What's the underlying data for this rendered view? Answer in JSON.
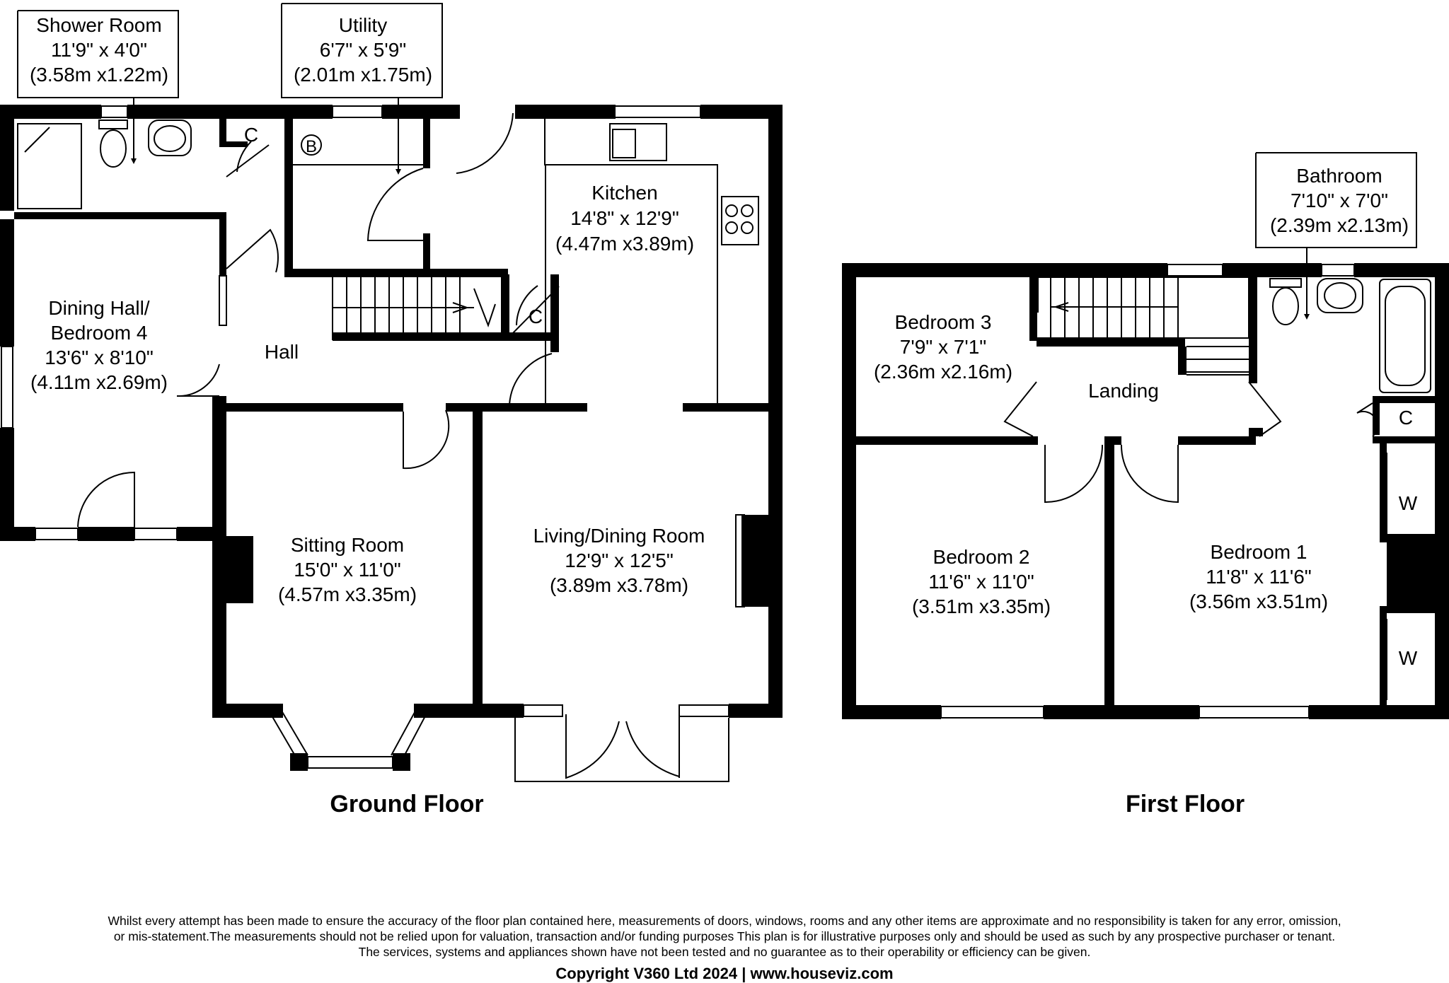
{
  "rooms": {
    "shower_room": {
      "name": "Shower Room",
      "imperial": "11'9\" x 4'0\"",
      "metric": "(3.58m x1.22m)"
    },
    "utility": {
      "name": "Utility",
      "imperial": "6'7\" x 5'9\"",
      "metric": "(2.01m x1.75m)"
    },
    "kitchen": {
      "name": "Kitchen",
      "imperial": "14'8\" x 12'9\"",
      "metric": "(4.47m x3.89m)"
    },
    "dining_hall": {
      "name_line1": "Dining Hall/",
      "name_line2": "Bedroom 4",
      "imperial": "13'6\" x 8'10\"",
      "metric": "(4.11m x2.69m)"
    },
    "hall": {
      "name": "Hall"
    },
    "sitting_room": {
      "name": "Sitting Room",
      "imperial": "15'0\" x 11'0\"",
      "metric": "(4.57m x3.35m)"
    },
    "living_dining": {
      "name": "Living/Dining Room",
      "imperial": "12'9\" x 12'5\"",
      "metric": "(3.89m x3.78m)"
    },
    "bathroom": {
      "name": "Bathroom",
      "imperial": "7'10\" x 7'0\"",
      "metric": "(2.39m x2.13m)"
    },
    "bedroom3": {
      "name": "Bedroom 3",
      "imperial": "7'9\" x 7'1\"",
      "metric": "(2.36m x2.16m)"
    },
    "landing": {
      "name": "Landing"
    },
    "bedroom2": {
      "name": "Bedroom 2",
      "imperial": "11'6\" x 11'0\"",
      "metric": "(3.51m x3.35m)"
    },
    "bedroom1": {
      "name": "Bedroom 1",
      "imperial": "11'8\" x 11'6\"",
      "metric": "(3.56m x3.51m)"
    }
  },
  "markers": {
    "cupboard": "C",
    "boiler": "B",
    "wardrobe": "W"
  },
  "floors": {
    "ground": "Ground Floor",
    "first": "First Floor"
  },
  "disclaimer": {
    "line1": "Whilst every attempt has been made to ensure the accuracy of the floor plan contained here, measurements of doors, windows, rooms and any other items are approximate and no responsibility is taken for any error, omission,",
    "line2": "or mis-statement.The measurements should not be relied upon for valuation, transaction and/or funding purposes This plan is for illustrative purposes only and should be used as such by any prospective purchaser or tenant.",
    "line3": "The services, systems and appliances shown have not been tested and no guarantee as to their operability or efficiency can be given."
  },
  "copyright": "Copyright V360 Ltd 2024 | www.houseviz.com"
}
